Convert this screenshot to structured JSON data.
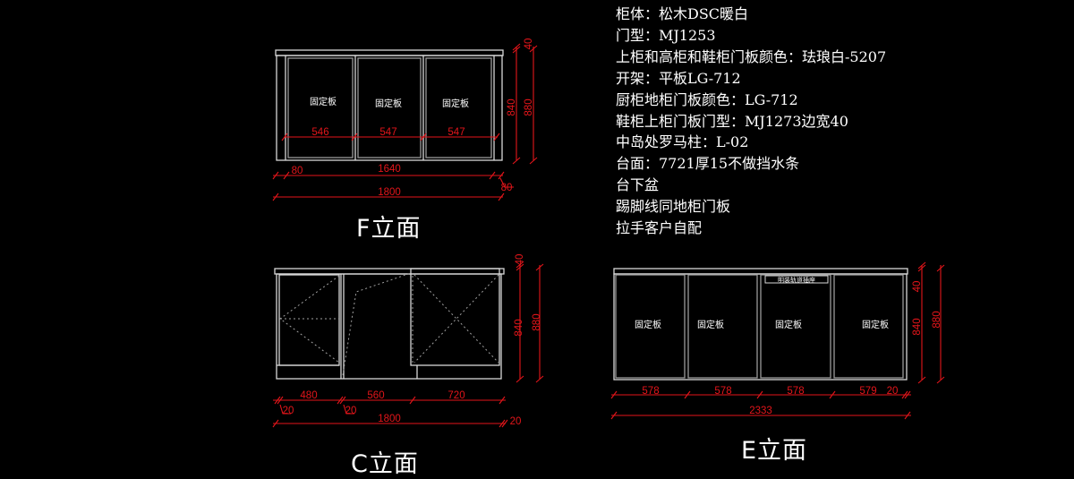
{
  "colors": {
    "background": "#000000",
    "outline": "#d8d8d8",
    "dimension": "#e3151a",
    "hidden_line": "#a0a0a0"
  },
  "notes": [
    "柜体：松木DSC暖白",
    "门型：MJ1253",
    "上柜和高柜和鞋柜门板颜色：珐琅白-5207",
    "开架：平板LG-712",
    "厨柜地柜门板颜色：LG-712",
    "鞋柜上柜门板门型：MJ1273边宽40",
    "中岛处罗马柱：L-02",
    "台面：7721厚15不做挡水条",
    "台下盆",
    "踢脚线同地柜门板",
    "拉手客户自配"
  ],
  "elevations": {
    "F": {
      "title": "F立面",
      "panels": [
        "固定板",
        "固定板",
        "固定板"
      ],
      "door_widths": [
        "546",
        "547",
        "547"
      ],
      "side": "80",
      "side_right": "80",
      "inner_width": "1640",
      "total_width": "1800",
      "body_height": "840",
      "top_thickness": "40",
      "total_height": "880"
    },
    "C": {
      "title": "C立面",
      "widths": [
        "480",
        "560",
        "720"
      ],
      "gaps": [
        "20",
        "20",
        "20"
      ],
      "total_width": "1800",
      "body_height": "840",
      "top_thickness": "40",
      "total_height": "880"
    },
    "E": {
      "title": "E立面",
      "panels": [
        "固定板",
        "固定板",
        "固定板",
        "固定板"
      ],
      "socket_label": "明装轨道插座",
      "door_widths": [
        "578",
        "578",
        "578",
        "579"
      ],
      "end_gap": "20",
      "total_width": "2333",
      "body_height": "840",
      "top_thickness": "40",
      "total_height": "880"
    }
  }
}
